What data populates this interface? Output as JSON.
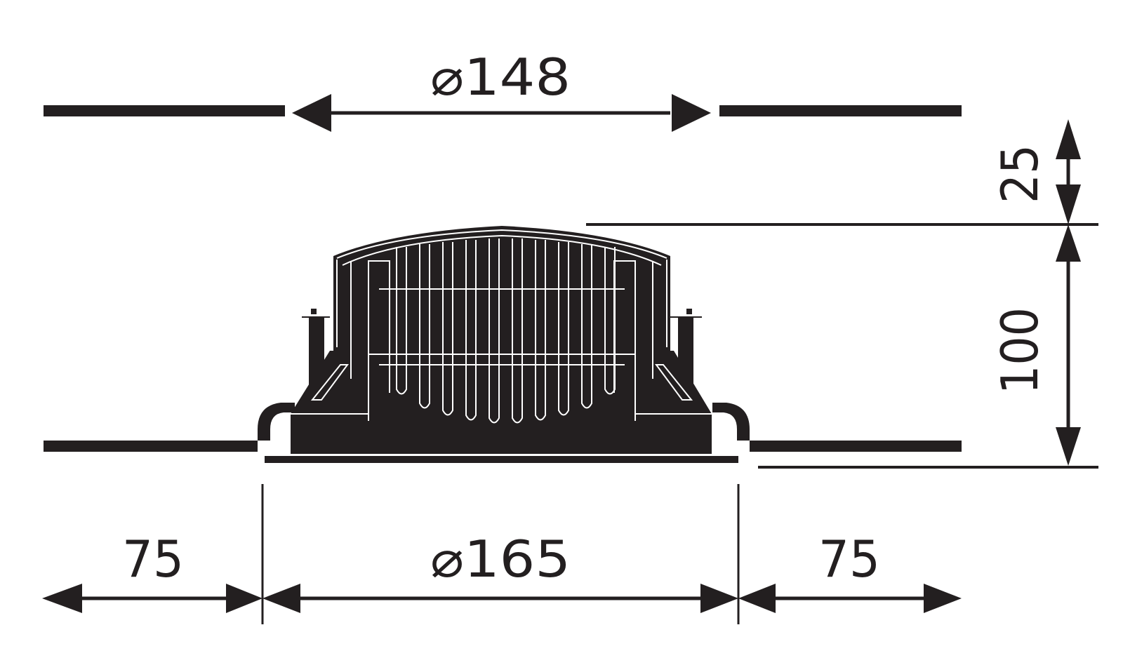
{
  "diagram": {
    "type": "technical-dimension-drawing",
    "subject": "recessed downlight (side view) with heat-sink fins mounted in ceiling cut-out",
    "ink_color": "#231f20",
    "background_color": "#ffffff",
    "dimensions": {
      "cutout_diameter": {
        "label": "⌀148",
        "value": 148,
        "orientation": "horizontal",
        "position": "top"
      },
      "above_ceiling_clearance": {
        "label": "25",
        "value": 25,
        "orientation": "vertical",
        "position": "right-top"
      },
      "recess_height": {
        "label": "100",
        "value": 100,
        "orientation": "vertical",
        "position": "right"
      },
      "outer_diameter": {
        "label": "⌀165",
        "value": 165,
        "orientation": "horizontal",
        "position": "bottom-center"
      },
      "left_clearance": {
        "label": "75",
        "value": 75,
        "orientation": "horizontal",
        "position": "bottom-left"
      },
      "right_clearance": {
        "label": "75",
        "value": 75,
        "orientation": "horizontal",
        "position": "bottom-right"
      }
    },
    "fin_count": 10
  }
}
